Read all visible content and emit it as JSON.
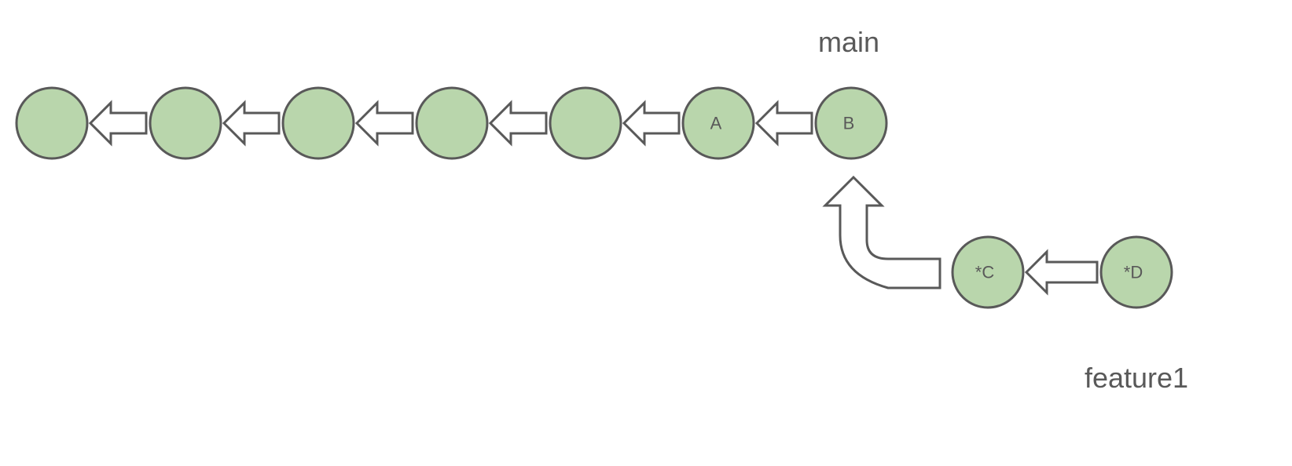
{
  "colors": {
    "node_fill": "#b9d6ac",
    "stroke": "#595959",
    "text": "#595959"
  },
  "branches": {
    "main": "main",
    "feature1": "feature1"
  },
  "nodes": [
    {
      "id": "n1",
      "label": ""
    },
    {
      "id": "n2",
      "label": ""
    },
    {
      "id": "n3",
      "label": ""
    },
    {
      "id": "n4",
      "label": ""
    },
    {
      "id": "n5",
      "label": ""
    },
    {
      "id": "A",
      "label": "A"
    },
    {
      "id": "B",
      "label": "B"
    },
    {
      "id": "C",
      "label": "*C"
    },
    {
      "id": "D",
      "label": "*D"
    }
  ],
  "edges": [
    {
      "from": "n2",
      "to": "n1"
    },
    {
      "from": "n3",
      "to": "n2"
    },
    {
      "from": "n4",
      "to": "n3"
    },
    {
      "from": "n5",
      "to": "n4"
    },
    {
      "from": "A",
      "to": "n5"
    },
    {
      "from": "B",
      "to": "A"
    },
    {
      "from": "C",
      "to": "B"
    },
    {
      "from": "D",
      "to": "C"
    }
  ]
}
